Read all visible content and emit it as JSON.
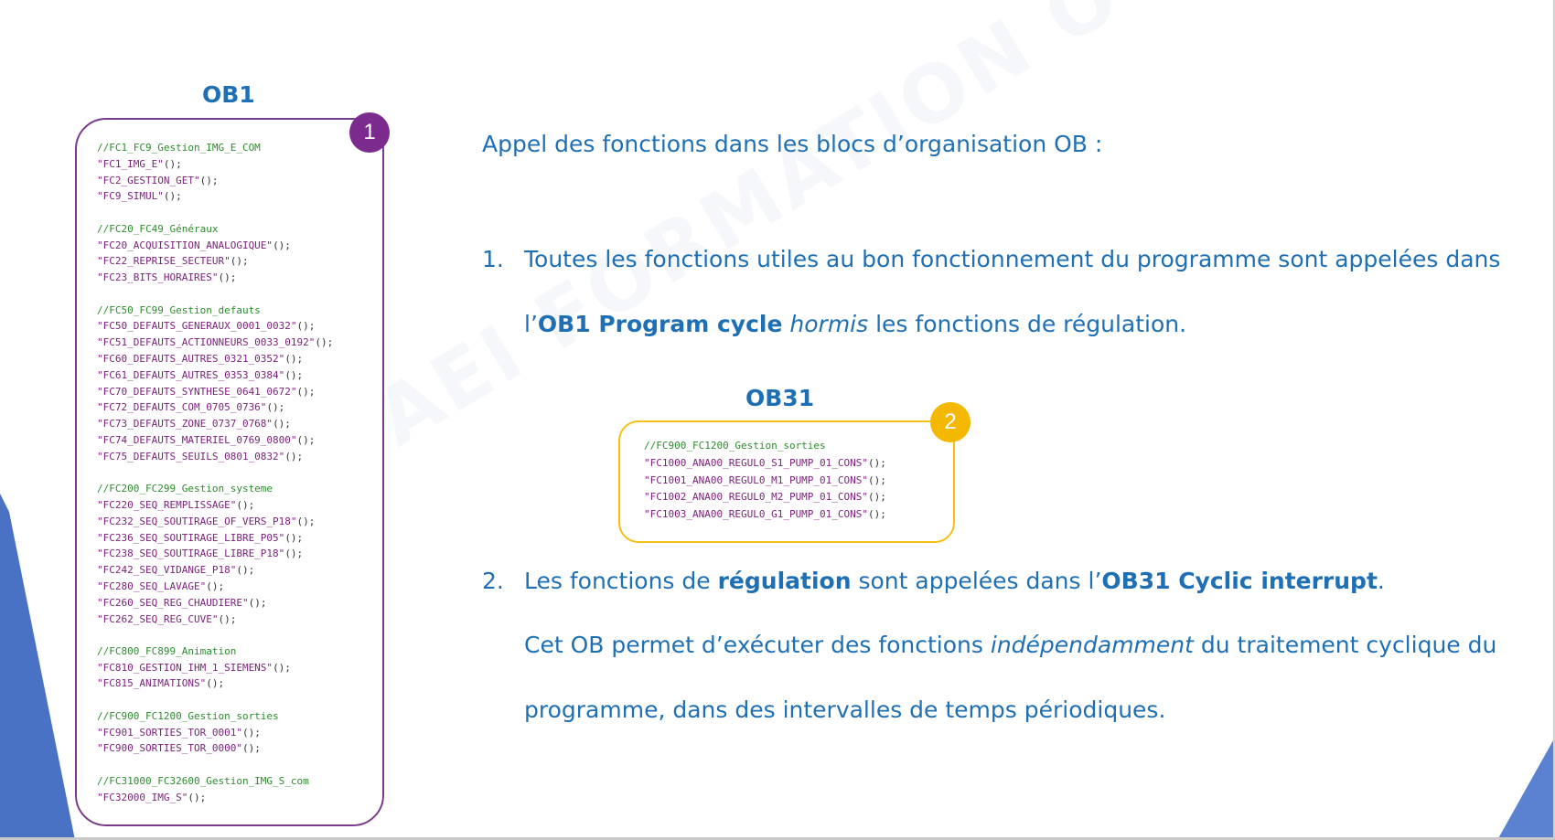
{
  "watermark": "AEI FORMATION OUEST",
  "colors": {
    "accent_blue": "#1f6fb4",
    "ob1_border": "#7a3a8c",
    "ob31_border": "#f5c013",
    "comment_green": "#2e8b2e",
    "function_purple": "#7a1f7a",
    "decor_blue": "#4a72c4"
  },
  "ob1": {
    "title": "OB1",
    "badge": "1",
    "lines": [
      {
        "comment": "//FC1_FC9_Gestion_IMG_E_COM"
      },
      {
        "name": "\"FC1_IMG_E\"",
        "tail": "();"
      },
      {
        "name": "\"FC2_GESTION_GET\"",
        "tail": "();"
      },
      {
        "name": "\"FC9_SIMUL\"",
        "tail": "();"
      },
      {
        "blank": true
      },
      {
        "comment": "//FC20_FC49_Généraux"
      },
      {
        "name": "\"FC20_ACQUISITION_ANALOGIQUE\"",
        "tail": "();"
      },
      {
        "name": "\"FC22_REPRISE_SECTEUR\"",
        "tail": "();"
      },
      {
        "name": "\"FC23_BITS_HORAIRES\"",
        "tail": "();"
      },
      {
        "blank": true
      },
      {
        "comment": "//FC50_FC99_Gestion_defauts"
      },
      {
        "name": "\"FC50_DEFAUTS_GENERAUX_0001_0032\"",
        "tail": "();"
      },
      {
        "name": "\"FC51_DEFAUTS_ACTIONNEURS_0033_0192\"",
        "tail": "();"
      },
      {
        "name": "\"FC60_DEFAUTS_AUTRES_0321_0352\"",
        "tail": "();"
      },
      {
        "name": "\"FC61_DEFAUTS_AUTRES_0353_0384\"",
        "tail": "();"
      },
      {
        "name": "\"FC70_DEFAUTS_SYNTHESE_0641_0672\"",
        "tail": "();"
      },
      {
        "name": "\"FC72_DEFAUTS_COM_0705_0736\"",
        "tail": "();"
      },
      {
        "name": "\"FC73_DEFAUTS_ZONE_0737_0768\"",
        "tail": "();"
      },
      {
        "name": "\"FC74_DEFAUTS_MATERIEL_0769_0800\"",
        "tail": "();"
      },
      {
        "name": "\"FC75_DEFAUTS_SEUILS_0801_0832\"",
        "tail": "();"
      },
      {
        "blank": true
      },
      {
        "comment": "//FC200_FC299_Gestion_systeme"
      },
      {
        "name": "\"FC220_SEQ_REMPLISSAGE\"",
        "tail": "();"
      },
      {
        "name": "\"FC232_SEQ_SOUTIRAGE_OF_VERS_P18\"",
        "tail": "();"
      },
      {
        "name": "\"FC236_SEQ_SOUTIRAGE_LIBRE_P05\"",
        "tail": "();"
      },
      {
        "name": "\"FC238_SEQ_SOUTIRAGE_LIBRE_P18\"",
        "tail": "();"
      },
      {
        "name": "\"FC242_SEQ_VIDANGE_P18\"",
        "tail": "();"
      },
      {
        "name": "\"FC280_SEQ_LAVAGE\"",
        "tail": "();"
      },
      {
        "name": "\"FC260_SEQ_REG_CHAUDIERE\"",
        "tail": "();"
      },
      {
        "name": "\"FC262_SEQ_REG_CUVE\"",
        "tail": "();"
      },
      {
        "blank": true
      },
      {
        "comment": "//FC800_FC899_Animation"
      },
      {
        "name": "\"FC810_GESTION_IHM_1_SIEMENS\"",
        "tail": "();"
      },
      {
        "name": "\"FC815_ANIMATIONS\"",
        "tail": "();"
      },
      {
        "blank": true
      },
      {
        "comment": "//FC900_FC1200_Gestion_sorties"
      },
      {
        "name": "\"FC901_SORTIES_TOR_0001\"",
        "tail": "();"
      },
      {
        "name": "\"FC900_SORTIES_TOR_0000\"",
        "tail": "();"
      },
      {
        "blank": true
      },
      {
        "comment": "//FC31000_FC32600_Gestion_IMG_S_com"
      },
      {
        "name": "\"FC32000_IMG_S\"",
        "tail": "();"
      }
    ]
  },
  "ob31": {
    "title": "OB31",
    "badge": "2",
    "lines": [
      {
        "comment": "//FC900_FC1200_Gestion_sorties"
      },
      {
        "name": "\"FC1000_ANA00_REGUL0_S1_PUMP_01_CONS\"",
        "tail": "();"
      },
      {
        "name": "\"FC1001_ANA00_REGUL0_M1_PUMP_01_CONS\"",
        "tail": "();"
      },
      {
        "name": "\"FC1002_ANA00_REGUL0_M2_PUMP_01_CONS\"",
        "tail": "();"
      },
      {
        "name": "\"FC1003_ANA00_REGUL0_G1_PUMP_01_CONS\"",
        "tail": "();"
      }
    ]
  },
  "text": {
    "intro": "Appel des fonctions dans les blocs d’organisation OB :",
    "item1": {
      "number": "1.",
      "line1": "Toutes les fonctions utiles au bon fonctionnement du programme sont appelées dans",
      "line2_a": "l’",
      "line2_b": "OB1 Program cycle",
      "line2_c": " ",
      "line2_d": "hormis",
      "line2_e": " les fonctions de régulation."
    },
    "item2": {
      "number": "2.",
      "line1_a": "Les fonctions de ",
      "line1_b": "régulation",
      "line1_c": " sont appelées dans l’",
      "line1_d": "OB31 Cyclic interrupt",
      "line1_e": ".",
      "line2_a": "Cet OB permet d’exécuter des fonctions ",
      "line2_b": "indépendamment",
      "line2_c": " du traitement cyclique du",
      "line3": "programme, dans des intervalles de temps périodiques."
    }
  }
}
